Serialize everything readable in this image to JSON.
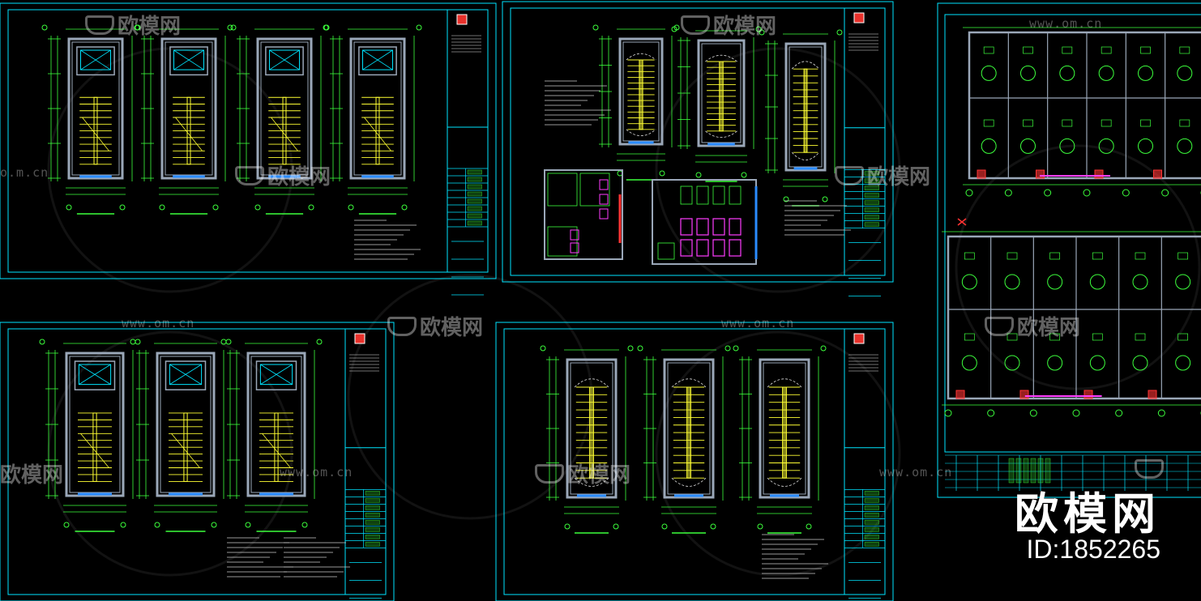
{
  "watermark": {
    "brand": "欧模网",
    "url_left": "www.om.cn",
    "url_right": "www.om.cn",
    "url_edge": "o.m.cn",
    "url_mid": "www.om.cn"
  },
  "brand_mark": {
    "name": "欧模网",
    "id": "ID:1852265"
  },
  "colors": {
    "background": "#000000",
    "frame": "#00e5ff",
    "dims": "#3cff3c",
    "walls": "#9aa7b8",
    "stairs": "#ffff33",
    "glazing": "#2a8cff",
    "fixtures": "#ff3cff",
    "titleblock_logo": "#e8312b"
  },
  "sheets": [
    {
      "name": "sheet-stair-plans-top-left",
      "content": "stair-plans",
      "stair_count": 4
    },
    {
      "name": "sheet-stair-toilet-top-middle",
      "content": "stair-and-toilet-plans",
      "stair_count": 3
    },
    {
      "name": "sheet-floor-plans-right",
      "content": "floor-plans"
    },
    {
      "name": "sheet-stair-plans-bottom-left",
      "content": "stair-plans",
      "stair_count": 3
    },
    {
      "name": "sheet-stair-plans-bottom-middle",
      "content": "stair-plans",
      "stair_count": 3
    }
  ]
}
